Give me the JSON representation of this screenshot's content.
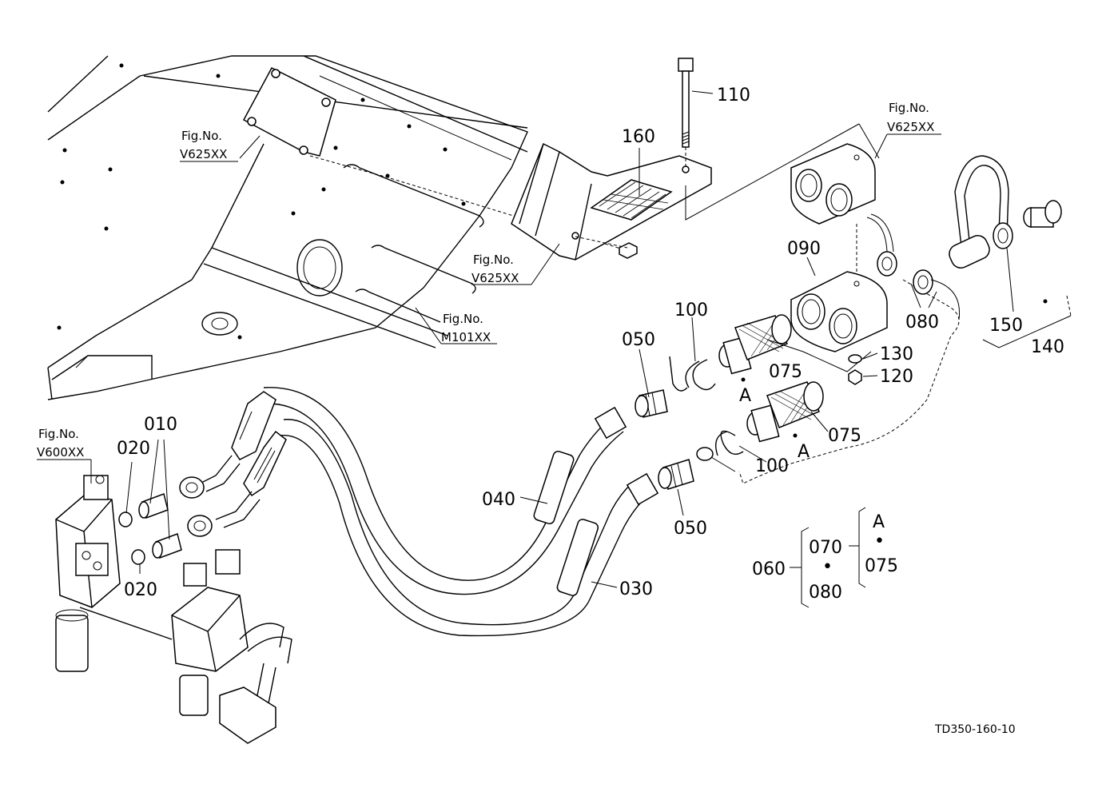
{
  "diagram_code": "TD350-160-10",
  "fig_refs": [
    {
      "prefix": "Fig.No.",
      "code": "V625XX"
    },
    {
      "prefix": "Fig.No.",
      "code": "V625XX"
    },
    {
      "prefix": "Fig.No.",
      "code": "V625XX"
    },
    {
      "prefix": "Fig.No.",
      "code": "M101XX"
    },
    {
      "prefix": "Fig.No.",
      "code": "V600XX"
    }
  ],
  "part_numbers": {
    "p110": "110",
    "p160": "160",
    "p090": "090",
    "p080a": "080",
    "p150": "150",
    "p140": "140",
    "p100a": "100",
    "p050a": "050",
    "p075a": "075",
    "p130": "130",
    "p120": "120",
    "pA1": "A",
    "pA2": "A",
    "p075b": "075",
    "p100b": "100",
    "p010": "010",
    "p020a": "020",
    "p020b": "020",
    "p040": "040",
    "p050b": "050",
    "p030": "030"
  },
  "kit_legend": {
    "kit": "060",
    "item_top": "070",
    "dot_mid": "•",
    "item_bottom": "080",
    "sub_top": "A",
    "sub_dot": "•",
    "sub_bottom": "075"
  }
}
